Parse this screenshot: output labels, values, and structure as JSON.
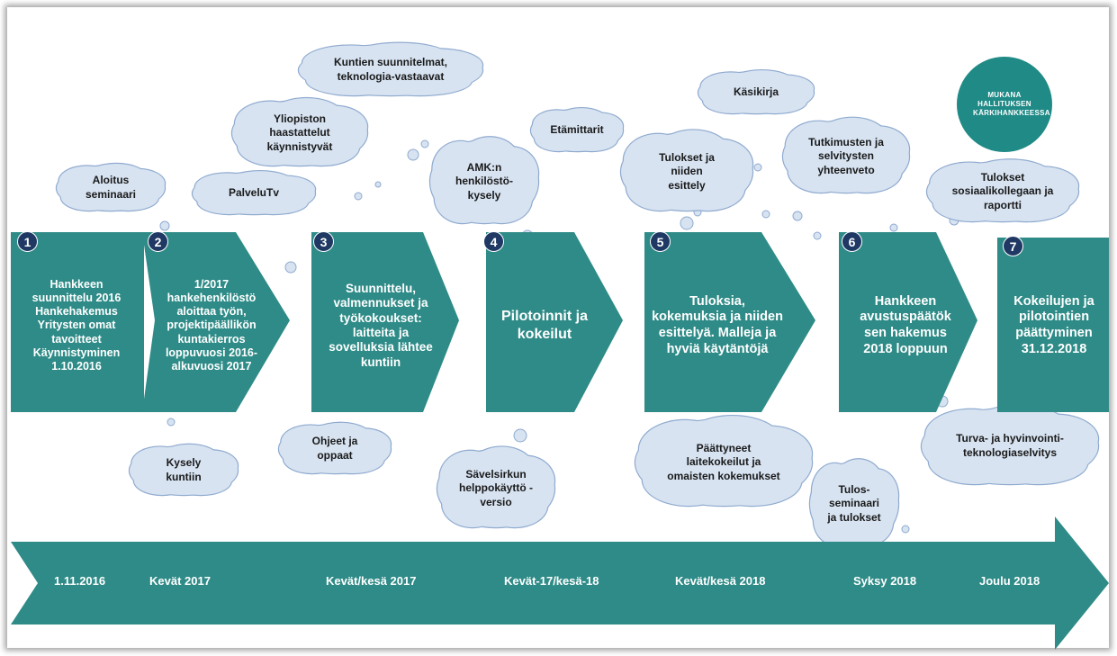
{
  "colors": {
    "teal": "#2e8b87",
    "cloud_fill": "#d7e3f1",
    "cloud_stroke": "#8faacf",
    "badge": "#1f8a86",
    "number_circle": "#1f3864"
  },
  "phases": [
    {
      "number": "1",
      "text": "Hankkeen suunnittelu 2016 Hankehakemus Yritysten omat tavoitteet Käynnistyminen 1.10.2016"
    },
    {
      "number": "2",
      "text": "1/2017 hankehenkilöstö aloittaa työn, projektipäällikön kuntakierros loppuvuosi 2016-alkuvuosi 2017"
    },
    {
      "number": "3",
      "text": "Suunnittelu, valmennukset ja työkokoukset: laitteita ja sovelluksia lähtee kuntiin"
    },
    {
      "number": "4",
      "text": "Pilotoinnit ja kokeilut"
    },
    {
      "number": "5",
      "text": "Tuloksia, kokemuksia  ja niiden esittelyä. Malleja ja hyviä käytäntöjä"
    },
    {
      "number": "6",
      "text": "Hankkeen avustuspäätök sen hakemus 2018 loppuun"
    },
    {
      "number": "7",
      "text": "Kokeilujen ja pilotointien päättyminen 31.12.2018"
    }
  ],
  "clouds": [
    {
      "text": "Aloitus seminaari"
    },
    {
      "text": "PalveluTv"
    },
    {
      "text": "Yliopiston haastattelut käynnistyvät"
    },
    {
      "text": "Kuntien suunnitelmat, teknologia-vastaavat"
    },
    {
      "text": "AMK:n henkilöstö-kysely"
    },
    {
      "text": "Etämittarit"
    },
    {
      "text": "Tulokset ja niiden esittely"
    },
    {
      "text": "Käsikirja"
    },
    {
      "text": "Tutkimusten ja selvitysten yhteenveto"
    },
    {
      "text": "Tulokset sosiaalikollegaan ja raportti"
    },
    {
      "text": "Kysely kuntiin"
    },
    {
      "text": "Ohjeet ja oppaat"
    },
    {
      "text": "Sävelsirkun helppokäyttö -versio"
    },
    {
      "text": "Päättyneet laitekokeilut ja omaisten kokemukset"
    },
    {
      "text": "Tulos-seminaari ja tulokset"
    },
    {
      "text": "Turva- ja hyvinvointi-teknologiaselvitys"
    }
  ],
  "badge": {
    "text": "MUKANA HALLITUKSEN KÄRKIHANKKEESSA"
  },
  "timeline": [
    "1.11.2016",
    "Kevät 2017",
    "Kevät/kesä 2017",
    "Kevät-17/kesä-18",
    "Kevät/kesä 2018",
    "Syksy 2018",
    "Joulu 2018"
  ]
}
